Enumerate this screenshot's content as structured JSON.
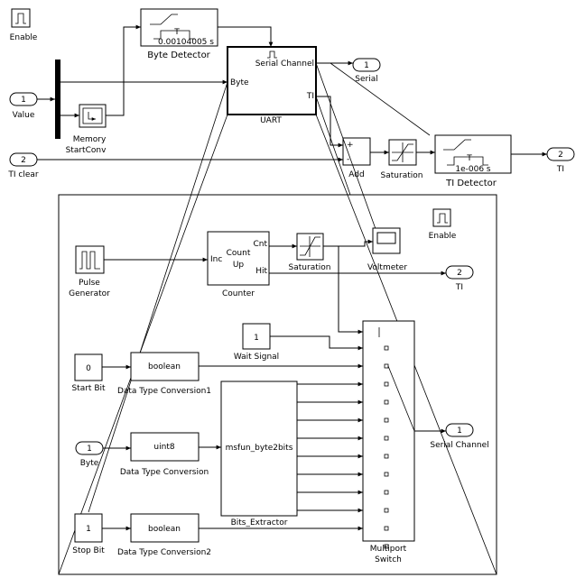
{
  "blocks": {
    "enable_top": {
      "label": "Enable"
    },
    "value_port": {
      "num": "1",
      "label": "Value"
    },
    "ti_clear_port": {
      "num": "2",
      "label": "TI clear"
    },
    "byte_detector": {
      "label": "Byte Detector",
      "value": "0.00104005 s",
      "symbol": "T"
    },
    "memory": {
      "label": "Memory",
      "label2": "StartConv"
    },
    "uart": {
      "label": "UART",
      "port_byte": "Byte",
      "port_serial": "Serial Channel",
      "port_ti": "TI"
    },
    "serial_out": {
      "num": "1",
      "label": "Serial"
    },
    "add": {
      "label": "Add",
      "plus": "+",
      "minus": "-"
    },
    "saturation_top": {
      "label": "Saturation"
    },
    "ti_detector": {
      "label": "TI Detector",
      "value": "1e-006 s",
      "symbol": "T"
    },
    "ti_out": {
      "num": "2",
      "label": "TI"
    }
  },
  "subsystem": {
    "enable": {
      "label": "Enable"
    },
    "pulse_generator": {
      "label": "Pulse",
      "label2": "Generator"
    },
    "counter": {
      "label": "Counter",
      "port_inc": "Inc",
      "port_cnt": "Cnt",
      "port_hit": "Hit",
      "text1": "Count",
      "text2": "Up"
    },
    "saturation": {
      "label": "Saturation"
    },
    "voltmeter": {
      "label": "Voltmeter"
    },
    "ti_out": {
      "num": "2",
      "label": "TI"
    },
    "wait_signal": {
      "value": "1",
      "label": "Wait Signal"
    },
    "start_bit": {
      "value": "0",
      "label": "Start Bit"
    },
    "dtc1": {
      "text": "boolean",
      "label": "Data Type Conversion1"
    },
    "byte_in": {
      "num": "1",
      "label": "Byte"
    },
    "dtc": {
      "text": "uint8",
      "label": "Data Type Conversion"
    },
    "bits_extractor": {
      "text": "msfun_byte2bits",
      "label": "Bits_Extractor"
    },
    "stop_bit": {
      "value": "1",
      "label": "Stop Bit"
    },
    "dtc2": {
      "text": "boolean",
      "label": "Data Type Conversion2"
    },
    "multiport_switch": {
      "label": "Multiport",
      "label2": "Switch"
    },
    "serial_channel_out": {
      "num": "1",
      "label": "Serial Channel"
    }
  }
}
